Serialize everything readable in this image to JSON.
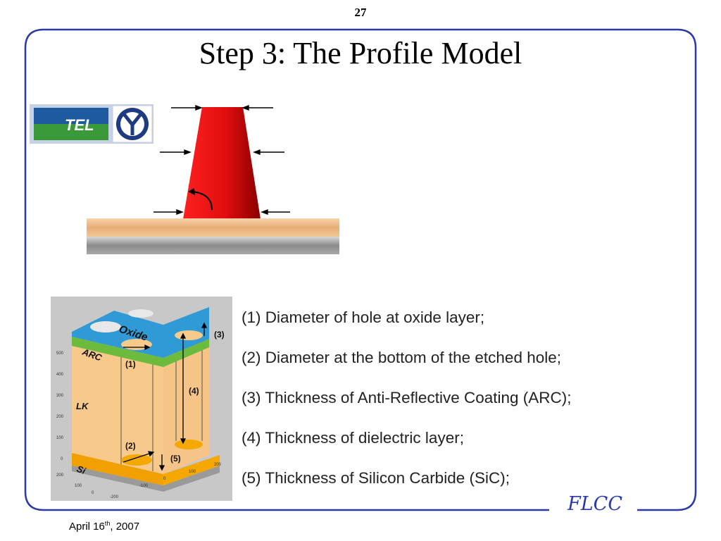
{
  "page_number": "27",
  "title": "Step 3: The Profile Model",
  "logos": {
    "left_text": "TEL",
    "right_icon": "y-symbol-icon"
  },
  "model_labels": {
    "oxide": "Oxide",
    "arc": "ARC",
    "lk": "LK",
    "si": "Si",
    "m1": "(1)",
    "m2": "(2)",
    "m3": "(3)",
    "m4": "(4)",
    "m5": "(5)",
    "y_ticks": [
      "500",
      "400",
      "300",
      "200",
      "100",
      "0"
    ],
    "x_ticks_left": [
      "200",
      "100",
      "0",
      "-200"
    ],
    "x_ticks_right": [
      "-100",
      "0",
      "100",
      "200"
    ]
  },
  "items": [
    "(1) Diameter of hole at oxide layer;",
    "(2) Diameter at the bottom of the etched hole;",
    "(3) Thickness of Anti-Reflective Coating (ARC);",
    "(4) Thickness of dielectric layer;",
    "(5) Thickness of Silicon Carbide (SiC);"
  ],
  "footer": {
    "brand": "FLCC",
    "date_prefix": "April 16",
    "date_sup": "th",
    "date_suffix": ", 2007"
  },
  "colors": {
    "frame": "#2b3aa8",
    "trapezoid": "#e01010",
    "substrate_top": "#e8b888",
    "substrate_bottom": "#9a9a9a"
  }
}
